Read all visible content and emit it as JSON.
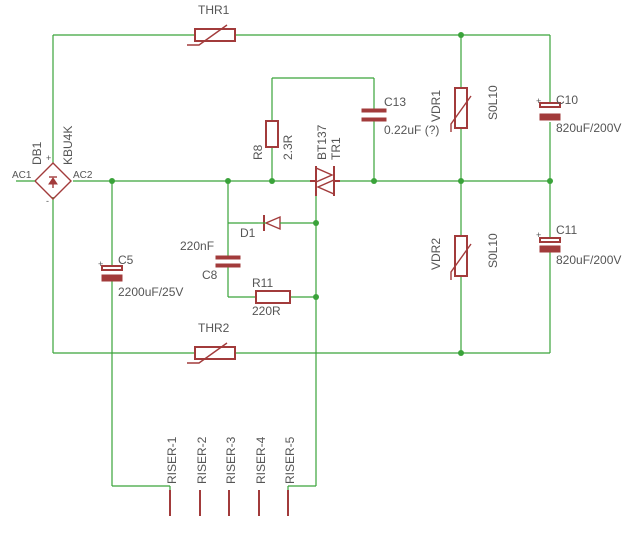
{
  "components": {
    "thr1": {
      "name": "THR1"
    },
    "thr2": {
      "name": "THR2"
    },
    "db1": {
      "name": "DB1",
      "value": "KBU4K",
      "pin_ac1": "AC1",
      "pin_ac2": "AC2",
      "pin_plus": "+",
      "pin_minus": "-"
    },
    "r8": {
      "name": "R8",
      "value": "2.3R"
    },
    "c13": {
      "name": "C13",
      "value": "0.22uF (?)"
    },
    "tr1": {
      "name": "TR1",
      "value": "BT137"
    },
    "vdr1": {
      "name": "VDR1",
      "value": "S0L10"
    },
    "vdr2": {
      "name": "VDR2",
      "value": "S0L10"
    },
    "c10": {
      "name": "C10",
      "value": "820uF/200V",
      "polarity": "+"
    },
    "c11": {
      "name": "C11",
      "value": "820uF/200V",
      "polarity": "+"
    },
    "c5": {
      "name": "C5",
      "value": "2200uF/25V",
      "polarity": "+"
    },
    "d1": {
      "name": "D1"
    },
    "c8": {
      "name": "C8",
      "value": "220nF"
    },
    "r11": {
      "name": "R11",
      "value": "220R"
    }
  },
  "connectors": [
    "RISER-1",
    "RISER-2",
    "RISER-3",
    "RISER-4",
    "RISER-5"
  ],
  "colors": {
    "wire": "#3aa33a",
    "part": "#a23b3b",
    "label": "#555555"
  }
}
